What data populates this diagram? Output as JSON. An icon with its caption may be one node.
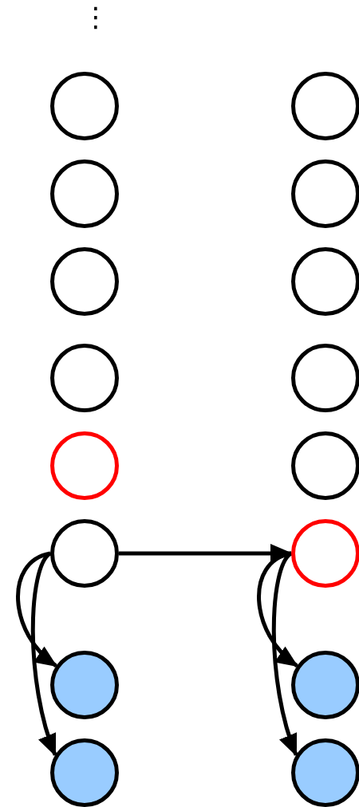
{
  "diagram": {
    "nodes": [
      {
        "text": [],
        "shape": "circle"
      },
      {
        "text": [],
        "shape": "circle"
      },
      {
        "text": [],
        "shape": "circle"
      },
      {
        "text": [],
        "shape": "circle"
      },
      {
        "text": [],
        "shape": "circle"
      },
      {
        "text": [],
        "shape": "circle"
      },
      {
        "text": [],
        "shape": "circle"
      },
      {
        "text": [],
        "shape": "circle"
      },
      {
        "text": [],
        "shape": "circle"
      },
      {
        "text": [],
        "shape": "circle"
      },
      {
        "text": [],
        "shape": "circle"
      },
      {
        "text": [],
        "shape": "circle"
      },
      {
        "text": [],
        "shape": "circle"
      },
      {
        "text": [],
        "shape": "circle"
      },
      {
        "text": [],
        "shape": "circle"
      },
      {
        "text": [],
        "shape": "circle"
      }
    ],
    "edges": [
      {
        "from": 10,
        "to": 12,
        "arrow": "to"
      },
      {
        "from": 10,
        "to": 14,
        "arrow": "to"
      },
      {
        "from": 10,
        "to": 11,
        "arrow": "to"
      },
      {
        "from": 11,
        "to": 13,
        "arrow": "to"
      },
      {
        "from": 11,
        "to": 15,
        "arrow": "to"
      }
    ],
    "labels": [
      "⋮"
    ]
  }
}
